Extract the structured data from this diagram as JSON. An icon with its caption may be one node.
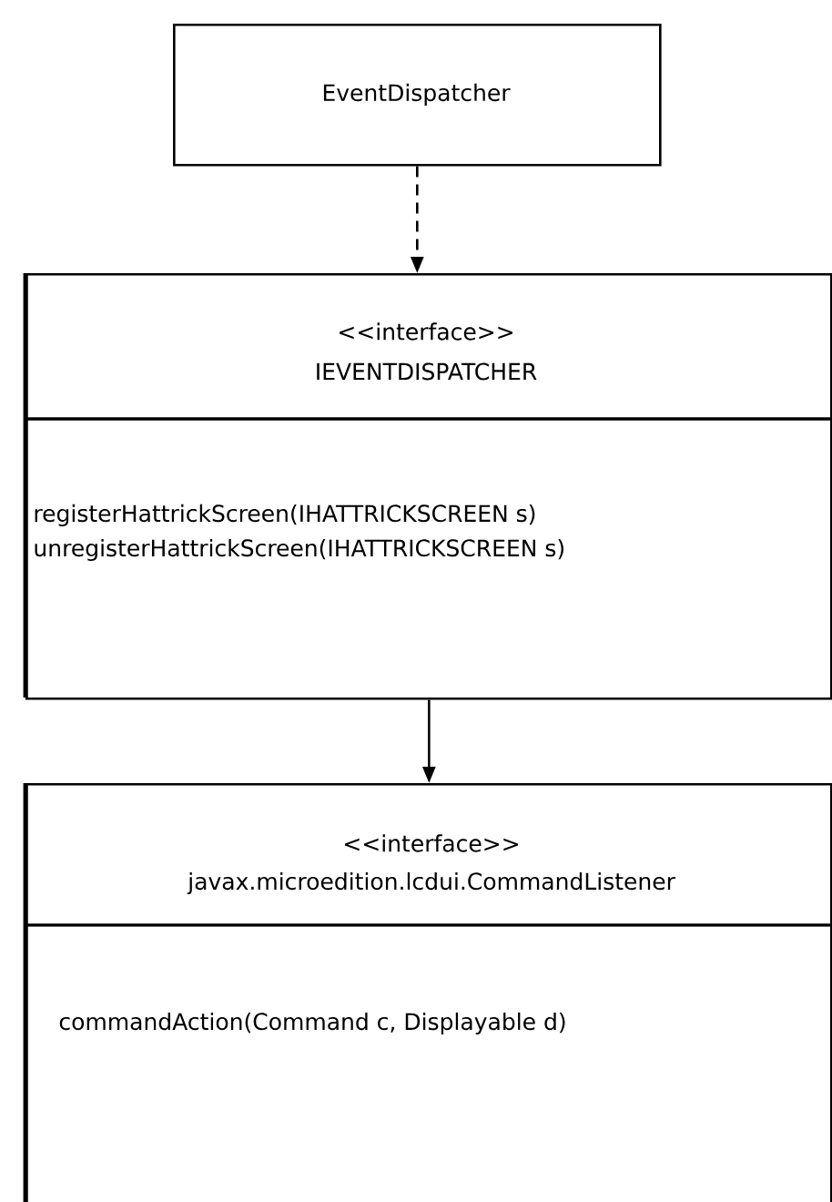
{
  "diagram": {
    "nodes": [
      {
        "text": [
          "EventDispatcher"
        ]
      },
      {
        "text": [
          "<<interface>>",
          "IEVENTDISPATCHER",
          "registerHattrickScreen(IHATTRICKSCREEN s)",
          "unregisterHattrickScreen(IHATTRICKSCREEN s)"
        ]
      },
      {
        "text": [
          "<<interface>>",
          "javax.microedition.lcdui.CommandListener",
          "commandAction(Command c, Displayable d)"
        ]
      }
    ],
    "edges": [
      {
        "from": 0,
        "to": 1,
        "arrow": "to",
        "style": "dashed"
      },
      {
        "from": 1,
        "to": 2,
        "arrow": "to"
      }
    ]
  }
}
